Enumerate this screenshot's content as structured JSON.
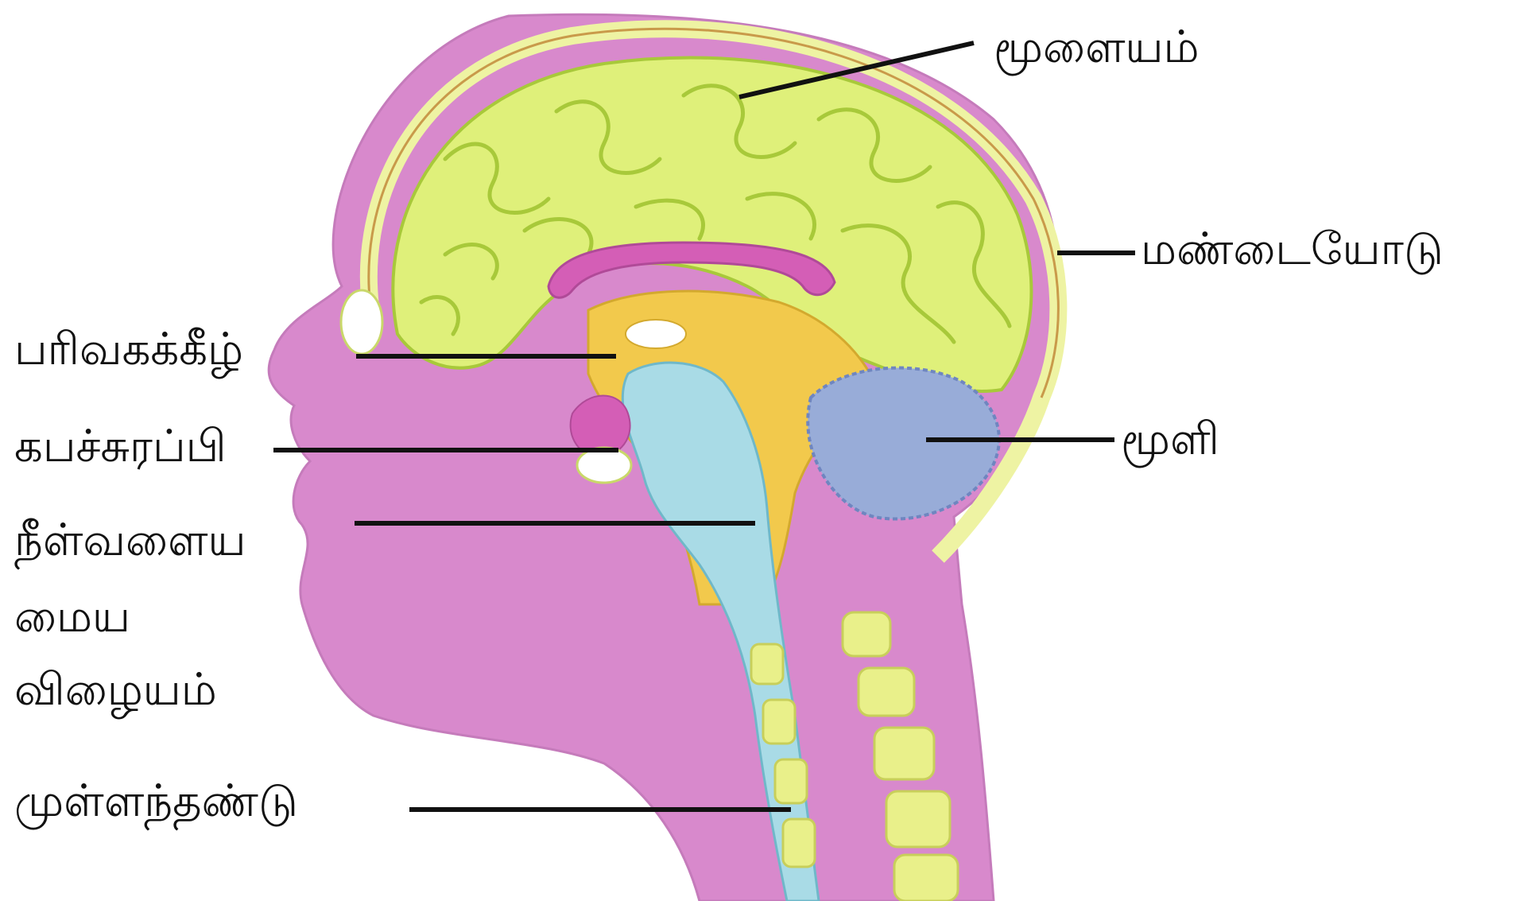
{
  "diagram": {
    "labels": {
      "cerebrum": "மூளையம்",
      "skull": "மண்டையோடு",
      "hypothalamus": "பரிவகக்கீழ்",
      "pituitary": "கபச்சுரப்பி",
      "medulla_line1": "நீள்வளைய",
      "medulla_line2": "மைய",
      "medulla_line3": "விழையம்",
      "cerebellum": "மூளி",
      "spinal_cord": "முள்ளந்தண்டு"
    },
    "colors": {
      "skin": "#d889cc",
      "brain": "#dff07a",
      "brain_fold": "#a8c93a",
      "skull_band": "#eef3a3",
      "corpus": "#d45eb6",
      "thalamus": "#f2c94c",
      "brainstem": "#a9dbe6",
      "cerebellum": "#98acd8",
      "vertebra": "#e9f08a",
      "line": "#111111"
    }
  }
}
